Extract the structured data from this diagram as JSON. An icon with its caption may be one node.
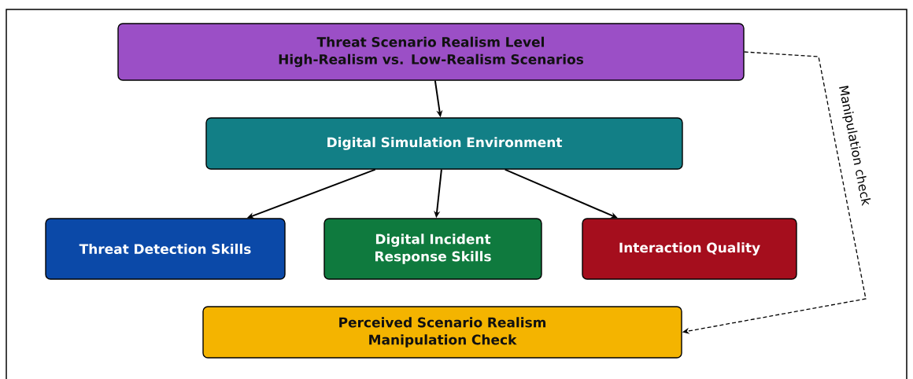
{
  "diagram": {
    "nodes": [
      {
        "text": [
          "Threat Scenario Realism Level",
          "High-Realism vs. Low-Realism Scenarios"
        ]
      },
      {
        "text": [
          "Digital Simulation Environment"
        ]
      },
      {
        "text": [
          "Threat Detection Skills"
        ]
      },
      {
        "text": [
          "Digital Incident Response Skills"
        ]
      },
      {
        "text": [
          "Interaction Quality"
        ]
      },
      {
        "text": [
          "Perceived Scenario Realism",
          "Manipulation Check"
        ]
      }
    ],
    "edges": [
      {
        "from": 0,
        "to": 1,
        "arrow": "to"
      },
      {
        "from": 1,
        "to": 2,
        "arrow": "to"
      },
      {
        "from": 1,
        "to": 3,
        "arrow": "to"
      },
      {
        "from": 1,
        "to": 4,
        "arrow": "to"
      },
      {
        "from": 0,
        "to": 5,
        "arrow": "to",
        "style": "dashed",
        "label": "Manipulation check"
      }
    ]
  }
}
